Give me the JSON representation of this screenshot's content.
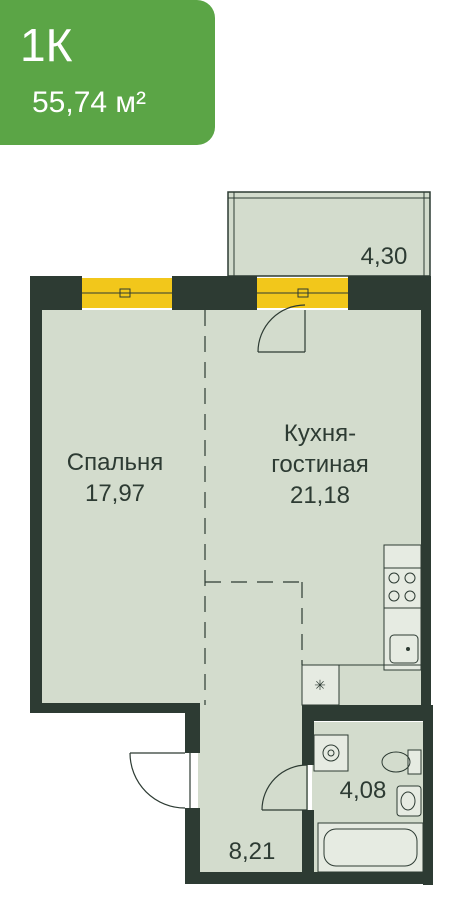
{
  "badge": {
    "apartment_type": "1К",
    "total_area": "55,74 м²",
    "color": "#5ba546"
  },
  "rooms": {
    "bedroom": {
      "name": "Спальня",
      "area": "17,97"
    },
    "kitchen": {
      "name_line1": "Кухня-",
      "name_line2": "гостиная",
      "area": "21,18"
    },
    "balcony": {
      "area": "4,30"
    },
    "bathroom": {
      "area": "4,08"
    },
    "hallway": {
      "area": "8,21"
    }
  },
  "colors": {
    "wall": "#2d3b33",
    "floor": "#d3dccd",
    "window": "#f2c71b"
  }
}
